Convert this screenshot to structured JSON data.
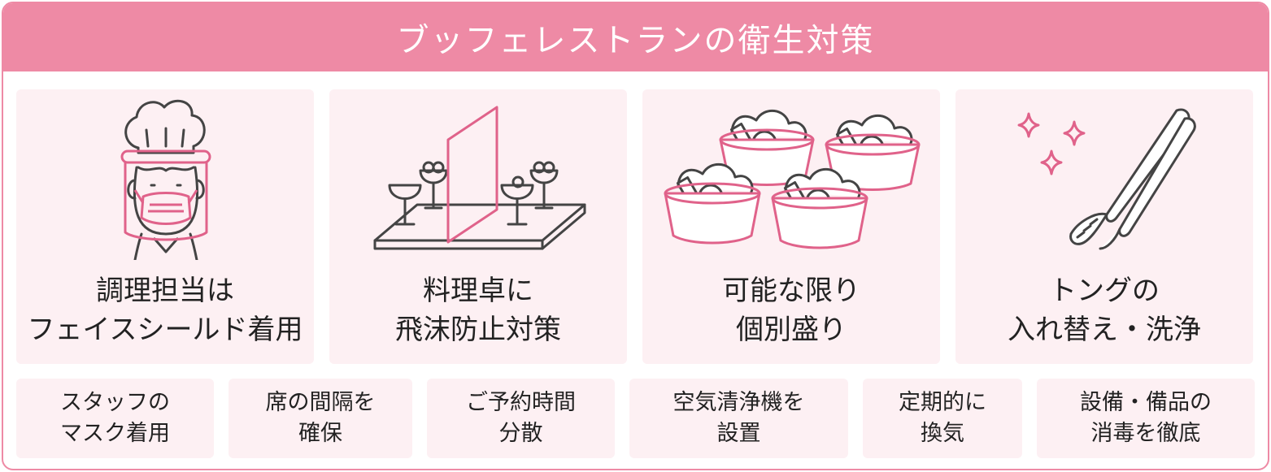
{
  "title": "ブッフェレストランの衛生対策",
  "colors": {
    "accent": "#ee8aa5",
    "card_bg": "#fdf0f3",
    "line": "#444444",
    "pink_line": "#e0628a"
  },
  "big_items": [
    {
      "icon": "chef-face-shield-mask-icon",
      "line1": "調理担当は",
      "line2": "フェイスシールド着用"
    },
    {
      "icon": "buffet-table-partition-icon",
      "line1": "料理卓に",
      "line2": "飛沫防止対策"
    },
    {
      "icon": "individual-portion-cups-icon",
      "line1": "可能な限り",
      "line2": "個別盛り"
    },
    {
      "icon": "tongs-sparkle-icon",
      "line1": "トングの",
      "line2": "入れ替え・洗浄"
    }
  ],
  "small_items": [
    {
      "line1": "スタッフの",
      "line2": "マスク着用"
    },
    {
      "line1": "席の間隔を",
      "line2": "確保"
    },
    {
      "line1": "ご予約時間",
      "line2": "分散"
    },
    {
      "line1": "空気清浄機を",
      "line2": "設置"
    },
    {
      "line1": "定期的に",
      "line2": "換気"
    },
    {
      "line1": "設備・備品の",
      "line2": "消毒を徹底"
    }
  ]
}
